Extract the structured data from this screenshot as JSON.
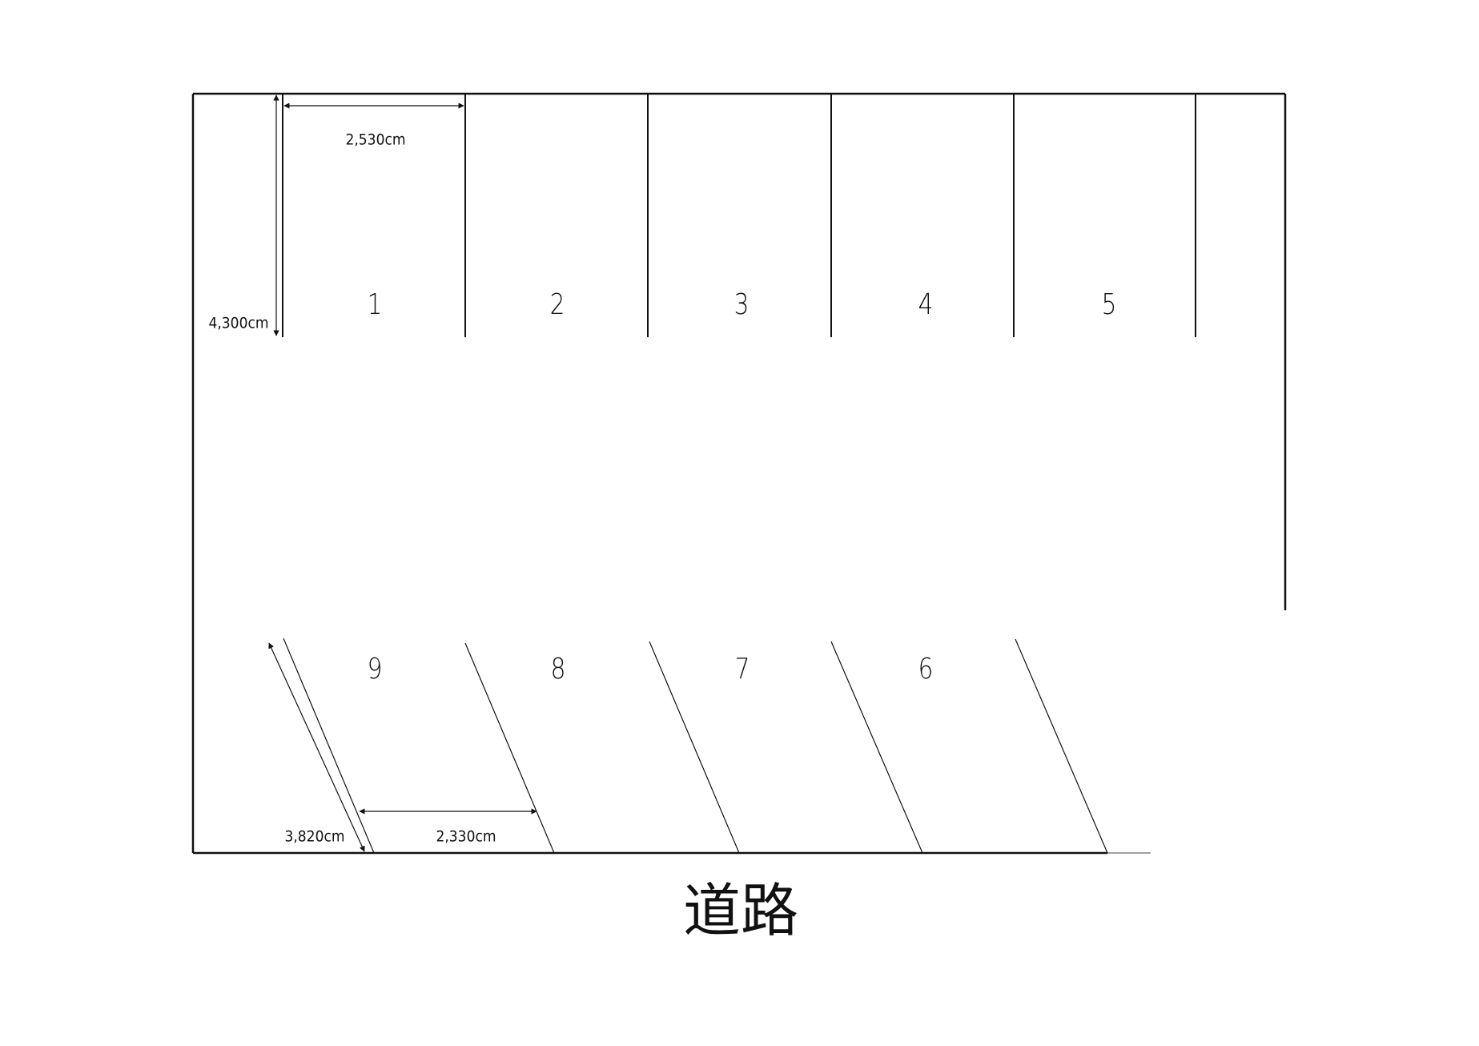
{
  "diagram": {
    "type": "parking-lot-layout",
    "road_label": "道路",
    "colors": {
      "line": "#111111",
      "background": "#ffffff"
    },
    "top_row": {
      "orientation": "perpendicular",
      "slots": [
        {
          "number": "1"
        },
        {
          "number": "2"
        },
        {
          "number": "3"
        },
        {
          "number": "4"
        },
        {
          "number": "5"
        }
      ]
    },
    "bottom_row": {
      "orientation": "angled",
      "slots": [
        {
          "number": "9"
        },
        {
          "number": "8"
        },
        {
          "number": "7"
        },
        {
          "number": "6"
        }
      ]
    },
    "dimensions": {
      "top_slot_width": "2,530cm",
      "top_slot_depth": "4,300cm",
      "angled_slot_length": "3,820cm",
      "angled_slot_width": "2,330cm"
    }
  }
}
